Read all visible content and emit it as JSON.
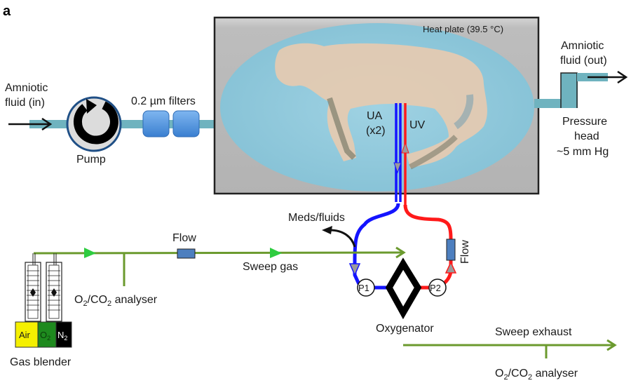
{
  "panel_label": "a",
  "colors": {
    "amniotic_tube": "#6fb3bf",
    "heat_plate": "#b9b9b9",
    "fluid_bath": "#8ec8dc",
    "filter": "#4a8fd8",
    "sweep_gas_line": "#6b9a2e",
    "gas_arrow": "#2ecc40",
    "arterial_blue": "#1414ff",
    "venous_red": "#ff1a1a",
    "flow_sensor": "#4d7fbf",
    "air": "#f5f000",
    "o2": "#1e8a1e",
    "n2": "#000000"
  },
  "labels": {
    "amniotic_in_line1": "Amniotic",
    "amniotic_in_line2": "fluid (in)",
    "pump": "Pump",
    "filters": "0.2 µm filters",
    "heat_plate": "Heat plate (39.5 °C)",
    "ua_line1": "UA",
    "ua_line2": "(x2)",
    "uv": "UV",
    "amniotic_out_line1": "Amniotic",
    "amniotic_out_line2": "fluid (out)",
    "pressure_line1": "Pressure",
    "pressure_line2": "head",
    "pressure_line3": "~5 mm Hg",
    "meds_fluids": "Meds/fluids",
    "flow_gas": "Flow",
    "flow_circuit": "Flow",
    "sweep_gas": "Sweep gas",
    "analyser_top_o": "O",
    "analyser_top_2a": "2",
    "analyser_top_co": "/CO",
    "analyser_top_2b": "2",
    "analyser_top_rest": " analyser",
    "p1": "P1",
    "p2": "P2",
    "oxygenator": "Oxygenator",
    "sweep_exhaust": "Sweep exhaust",
    "analyser_bottom_o": "O",
    "analyser_bottom_2a": "2",
    "analyser_bottom_co": "/CO",
    "analyser_bottom_2b": "2",
    "analyser_bottom_rest": " analyser",
    "gas_air": "Air",
    "gas_o2_o": "O",
    "gas_o2_sub": "2",
    "gas_n2_n": "N",
    "gas_n2_sub": "2",
    "gas_blender": "Gas blender"
  }
}
